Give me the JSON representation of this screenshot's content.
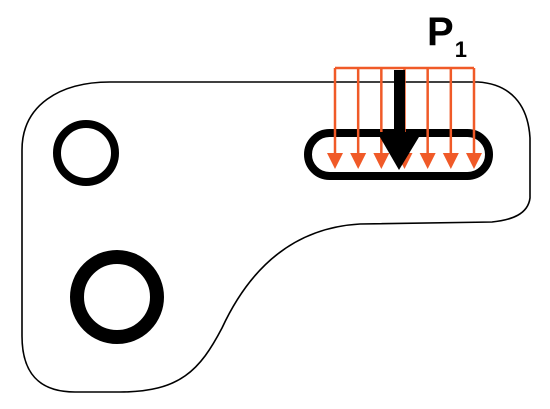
{
  "label": {
    "symbol": "P",
    "subscript": "1"
  },
  "colors": {
    "outline": "#000000",
    "background": "#ffffff",
    "distributed_load": "#f05a28",
    "resultant_load": "#000000"
  },
  "distributed_load": {
    "arrow_count": 7
  },
  "features": [
    {
      "name": "small-hole"
    },
    {
      "name": "large-hole"
    },
    {
      "name": "slot"
    }
  ]
}
